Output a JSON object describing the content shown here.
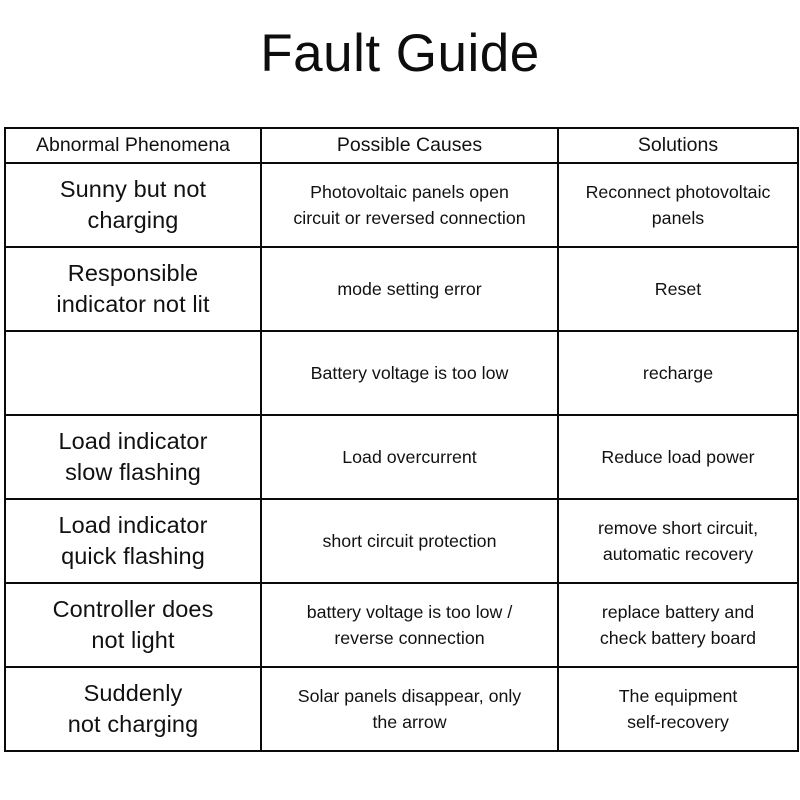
{
  "page": {
    "title": "Fault Guide",
    "background_color": "#ffffff",
    "text_color": "#111111",
    "border_color": "#0a0a0a"
  },
  "table": {
    "columns": [
      {
        "key": "phenomena",
        "header": "Abnormal Phenomena"
      },
      {
        "key": "cause",
        "header": "Possible Causes"
      },
      {
        "key": "solution",
        "header": "Solutions"
      }
    ],
    "rows": [
      {
        "phenomena_line1": "Sunny but not",
        "phenomena_line2": "charging",
        "cause_line1": "Photovoltaic panels open",
        "cause_line2": "circuit or reversed connection",
        "solution_line1": "Reconnect photovoltaic",
        "solution_line2": "panels"
      },
      {
        "phenomena_line1": "Responsible",
        "phenomena_line2": "indicator not lit",
        "cause_line1": "mode setting error",
        "cause_line2": "",
        "solution_line1": "Reset",
        "solution_line2": ""
      },
      {
        "phenomena_line1": "",
        "phenomena_line2": "",
        "cause_line1": "Battery voltage is too low",
        "cause_line2": "",
        "solution_line1": "recharge",
        "solution_line2": ""
      },
      {
        "phenomena_line1": "Load indicator",
        "phenomena_line2": "slow flashing",
        "cause_line1": "Load overcurrent",
        "cause_line2": "",
        "solution_line1": "Reduce load power",
        "solution_line2": ""
      },
      {
        "phenomena_line1": "Load indicator",
        "phenomena_line2": "quick flashing",
        "cause_line1": "short circuit protection",
        "cause_line2": "",
        "solution_line1": "remove short circuit,",
        "solution_line2": "automatic recovery"
      },
      {
        "phenomena_line1": "Controller does",
        "phenomena_line2": "not light",
        "cause_line1": "battery voltage is too low /",
        "cause_line2": "reverse connection",
        "solution_line1": "replace battery and",
        "solution_line2": "check battery board"
      },
      {
        "phenomena_line1": "Suddenly",
        "phenomena_line2": "not charging",
        "cause_line1": "Solar panels disappear, only",
        "cause_line2": "the arrow",
        "solution_line1": "The equipment",
        "solution_line2": "self-recovery"
      }
    ]
  }
}
